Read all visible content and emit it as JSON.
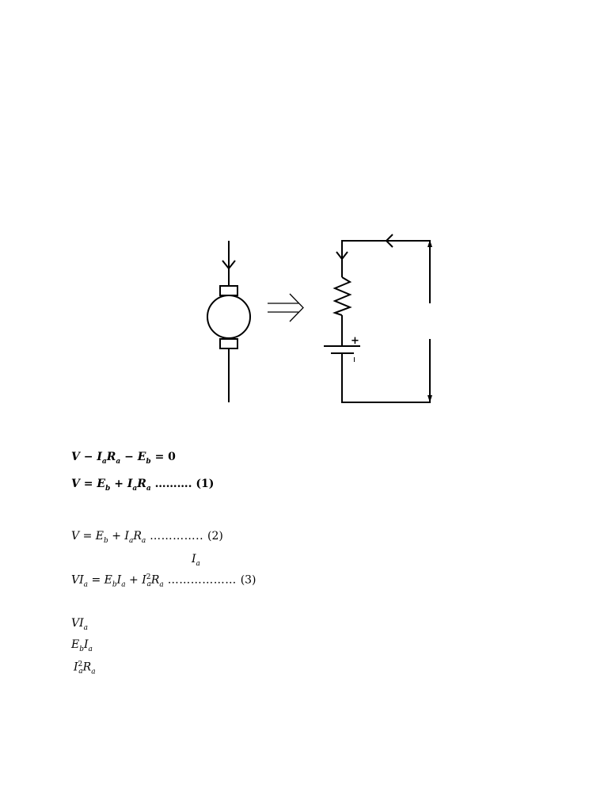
{
  "diagram": {
    "arrow_symbol": "⟹",
    "battery_plus": "+",
    "battery_minus": "ı"
  },
  "equations": {
    "eq_a": {
      "V": "V",
      "minus1": " − ",
      "I": "I",
      "a": "a",
      "R": "R",
      "a2": "a",
      "minus2": " − ",
      "E": "E",
      "b": "b",
      "rest": " = 0"
    },
    "eq_b": {
      "V": "V",
      "eq": " = ",
      "E": "E",
      "b": "b",
      "plus": " + ",
      "I": "I",
      "a": "a",
      "R": "R",
      "a2": "a",
      "dots": " ………. ",
      "num": "(1)"
    },
    "eq_c": {
      "V": "V",
      "eq": " =  ",
      "E": "E",
      "b": "b",
      "plus": " + ",
      "I": "I",
      "a": "a",
      "R": "R",
      "a2": "a",
      "dots": "   ………….. ",
      "num": "(2)"
    },
    "eq_ia": {
      "I": "I",
      "a": "a"
    },
    "eq_d": {
      "V": "V",
      "I": "I",
      "a": "a",
      "eq": " =  ",
      "E": "E",
      "b": "b",
      "I2": "I",
      "a2": "a",
      "plus": " + ",
      "I3": "I",
      "sq": "2",
      "a3": "a",
      "R": "R",
      "a4": "a",
      "dots": "   ……………… ",
      "num": "(3)"
    },
    "term1": {
      "V": "V",
      "I": "I",
      "a": "a"
    },
    "term2": {
      "E": "E",
      "b": "b",
      "I": "I",
      "a": "a"
    },
    "term3": {
      "I": "I",
      "sq": "2",
      "a": "a",
      "R": "R",
      "a2": "a"
    }
  }
}
